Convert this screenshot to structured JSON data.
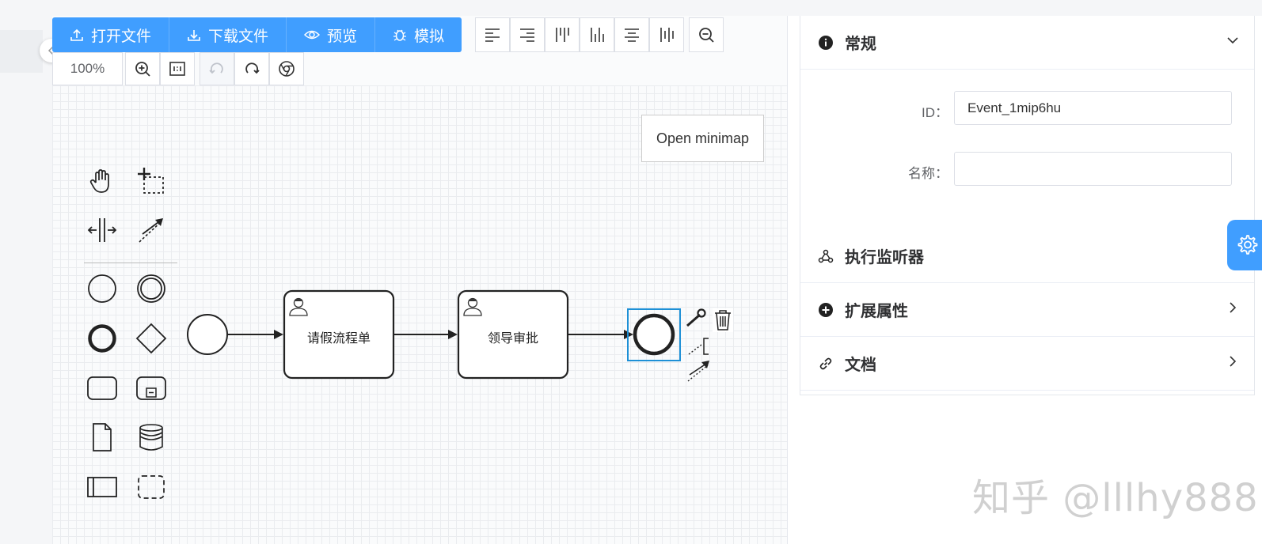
{
  "toolbar": {
    "open_file": "打开文件",
    "download_file": "下载文件",
    "preview": "预览",
    "simulate": "模拟",
    "zoom_level": "100%"
  },
  "canvas": {
    "minimap_button": "Open minimap",
    "tasks": [
      {
        "label": "请假流程单"
      },
      {
        "label": "领导审批"
      }
    ]
  },
  "panel": {
    "sections": [
      {
        "title": "常规",
        "icon": "info-icon",
        "expanded": true
      },
      {
        "title": "执行监听器",
        "icon": "listener-icon",
        "expanded": false
      },
      {
        "title": "扩展属性",
        "icon": "plus-circle-icon",
        "expanded": false
      },
      {
        "title": "文档",
        "icon": "link-icon",
        "expanded": false
      }
    ],
    "general": {
      "id_label": "ID：",
      "id_value": "Event_1mip6hu",
      "name_label": "名称：",
      "name_value": ""
    }
  },
  "watermark": "知乎 @lllhy888",
  "colors": {
    "primary": "#409eff",
    "selection": "#1e90d6"
  }
}
